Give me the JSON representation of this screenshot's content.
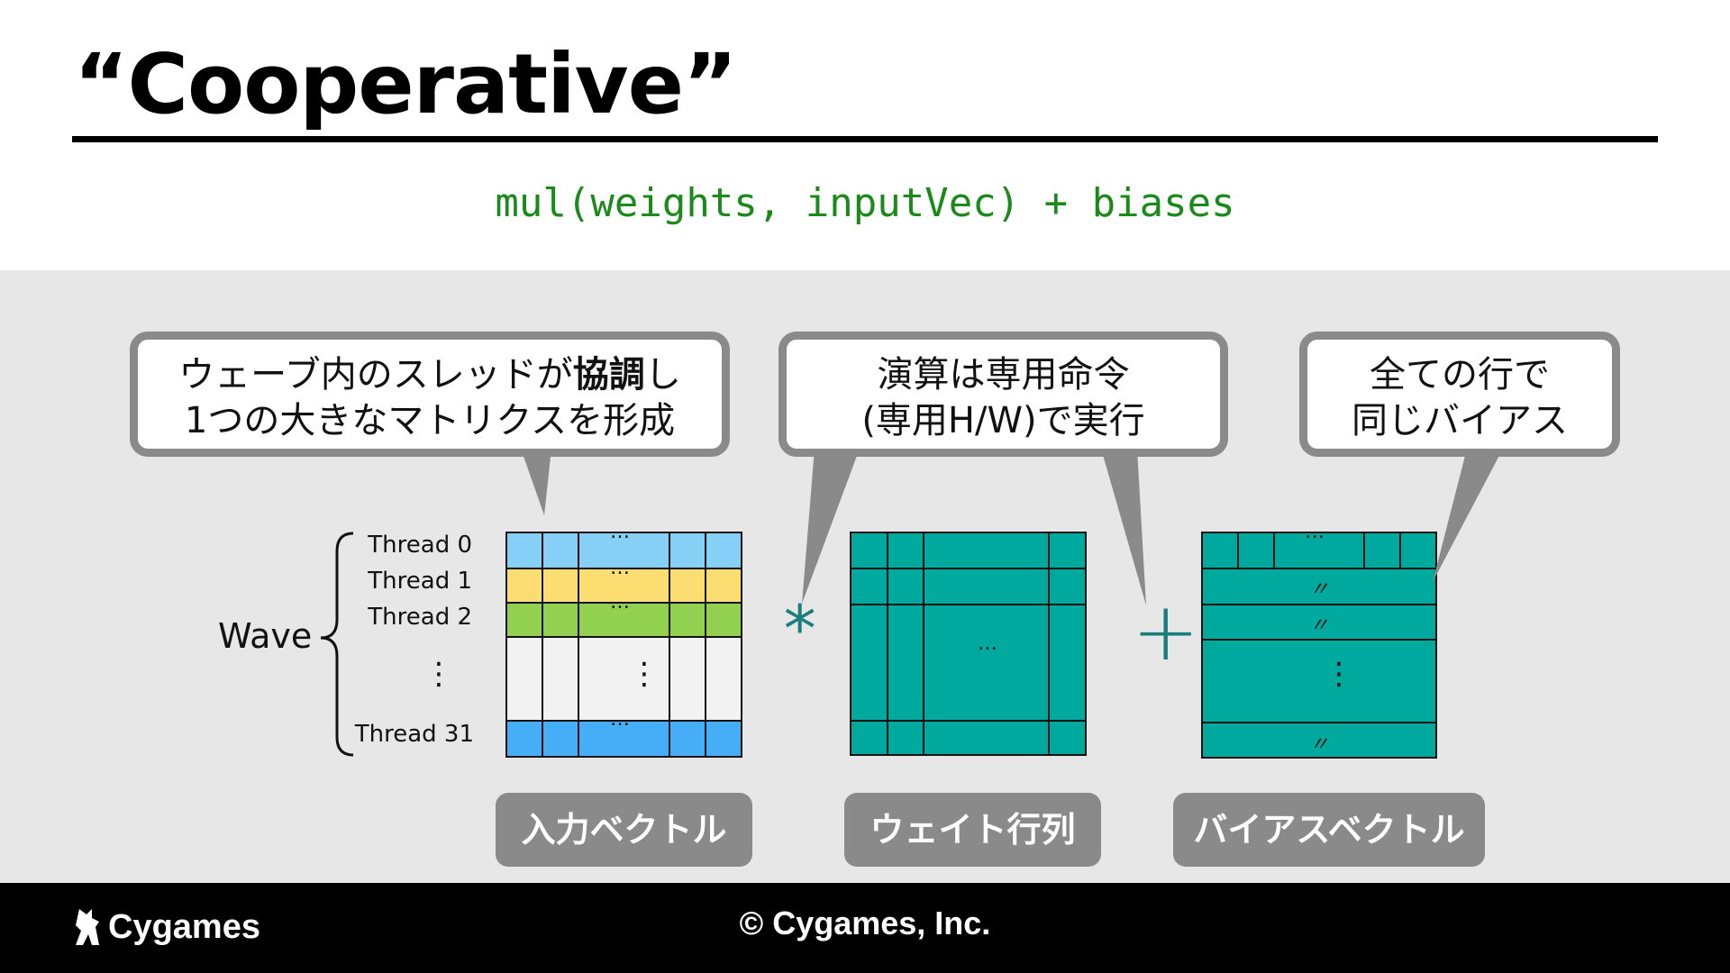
{
  "title": "“Cooperative”",
  "formula": "mul(weights, inputVec) + biases",
  "bubbles": {
    "input": {
      "line1_pre": "ウェーブ内のスレッドが",
      "line1_bold": "協調",
      "line1_post": "し",
      "line2": "1つの大きなマトリクスを形成"
    },
    "weights": {
      "line1": "演算は専用命令",
      "line2": "(専用H/W)で実行"
    },
    "bias": {
      "line1": "全ての行で",
      "line2": "同じバイアス"
    }
  },
  "wave": {
    "label": "Wave",
    "threads": [
      "Thread 0",
      "Thread 1",
      "Thread 2",
      "Thread 31"
    ],
    "ellipsis": "⋮"
  },
  "matrix_symbols": {
    "hdots": "…",
    "vdots": "⋮",
    "ditto": "〃"
  },
  "operators": {
    "multiply": "*",
    "add": "+"
  },
  "captions": {
    "input": "入力ベクトル",
    "weights": "ウェイト行列",
    "bias": "バイアスベクトル"
  },
  "colors": {
    "title_rule": "#000000",
    "formula": "#1a8a1a",
    "panel_bg": "#e7e7e7",
    "bubble_border": "#8a8a8a",
    "thread0_row": "#86cff7",
    "thread1_row": "#fbdd72",
    "thread2_row": "#92d050",
    "thread31_row": "#45aef6",
    "empty_rows": "#f2f2f2",
    "teal_matrix": "#00a99d",
    "operator": "#1b7d7d",
    "footer_bg": "#000000"
  },
  "footer": {
    "logo_text": "Cygames",
    "copyright": "© Cygames, Inc."
  }
}
